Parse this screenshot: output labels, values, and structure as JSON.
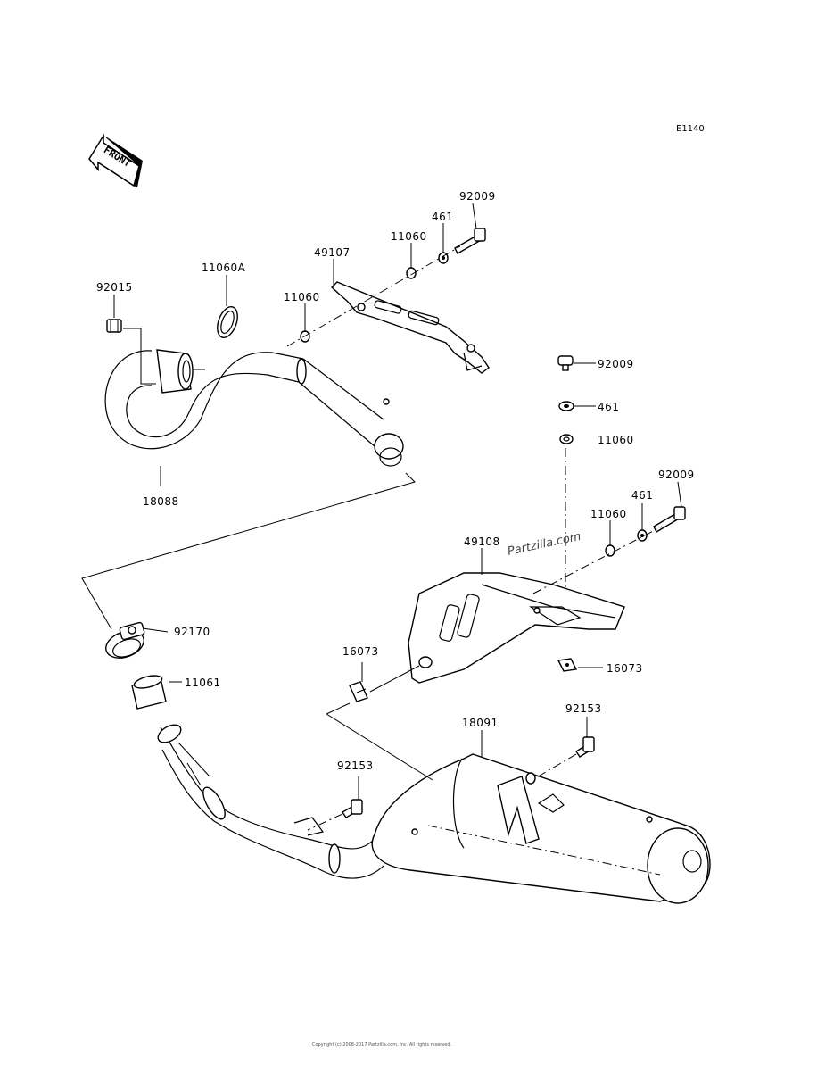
{
  "diagram_code": "E1140",
  "front_label": "FRONT",
  "watermark": "Partzilla.com",
  "copyright": "Copyright (c) 2008-2017 Partzilla.com, Inc. All rights reserved.",
  "parts": {
    "p92009_top": "92009",
    "p461_top": "461",
    "p11060_top": "11060",
    "p49107": "49107",
    "p11060A": "11060A",
    "p92015": "92015",
    "p11060_left": "11060",
    "p18088": "18088",
    "p92009_mid": "92009",
    "p461_mid": "461",
    "p11060_mid": "11060",
    "p92009_right": "92009",
    "p461_right": "461",
    "p11060_right": "11060",
    "p49108": "49108",
    "p92170": "92170",
    "p16073_left": "16073",
    "p16073_right": "16073",
    "p11061": "11061",
    "p92153_right": "92153",
    "p18091": "18091",
    "p92153_left": "92153"
  }
}
